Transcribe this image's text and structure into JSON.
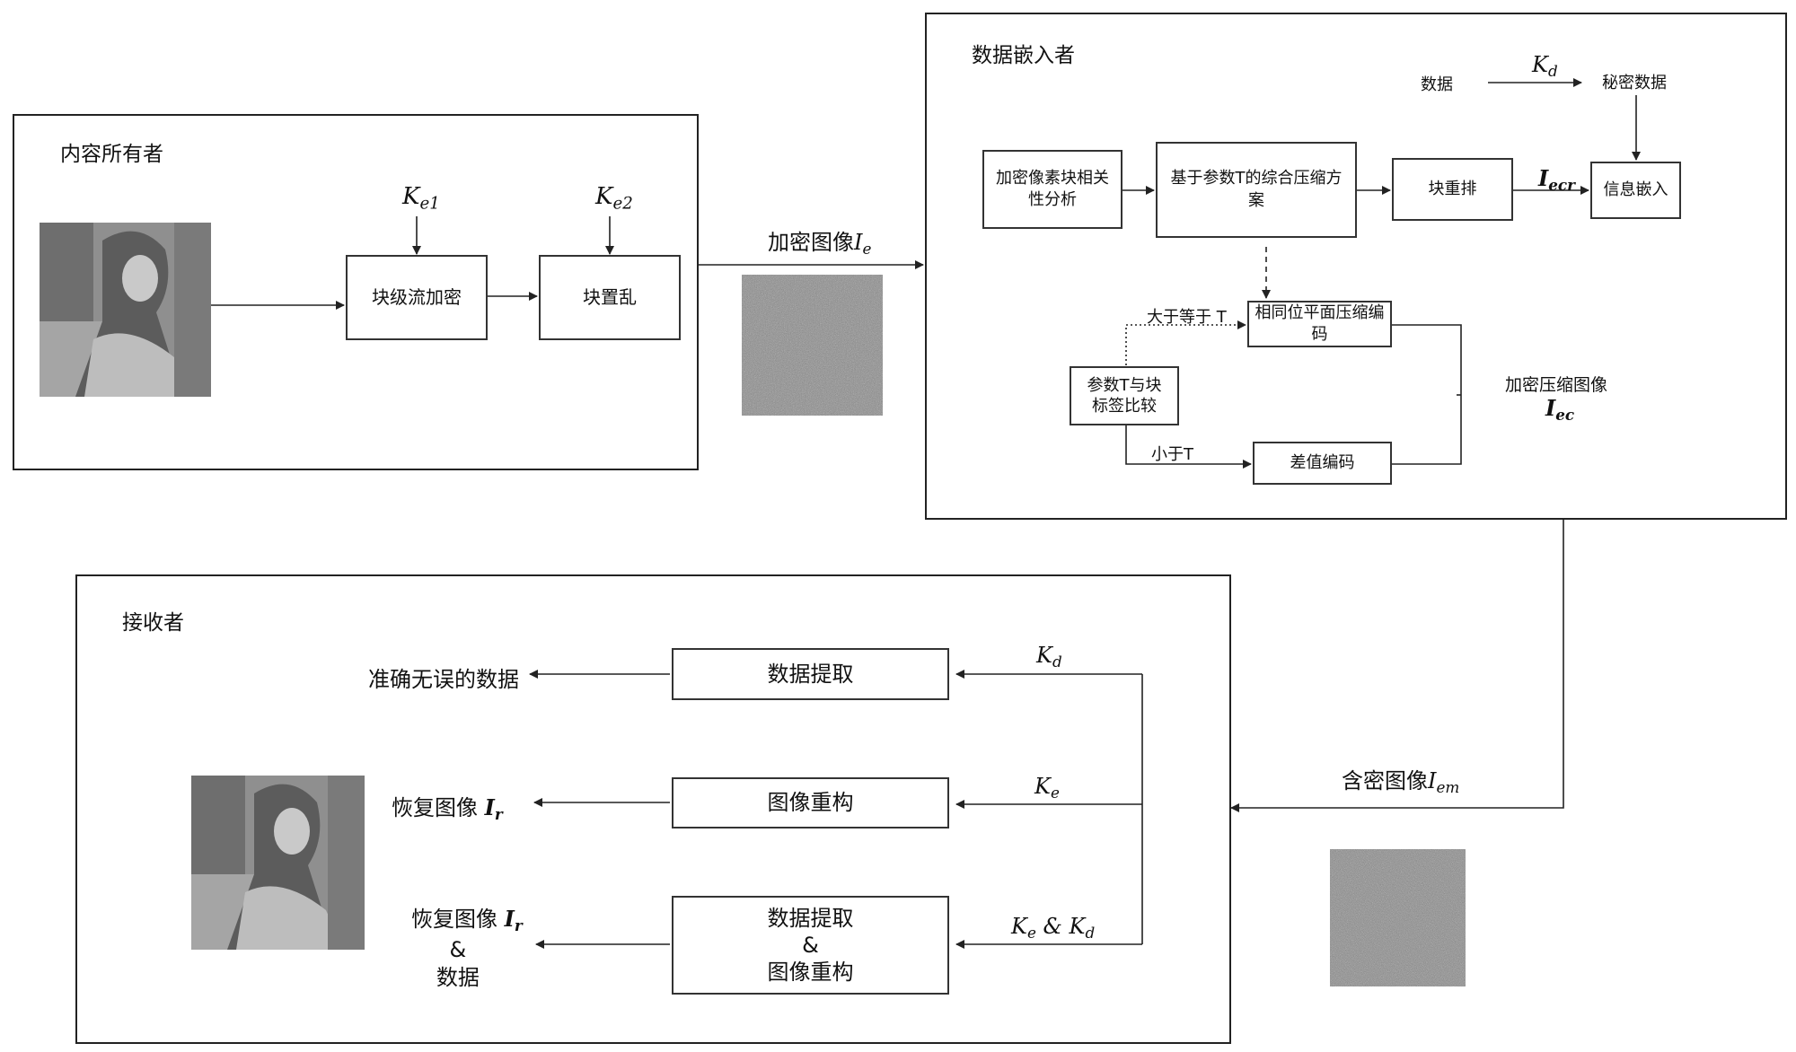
{
  "owner": {
    "title": "内容所有者",
    "k1": {
      "base": "K",
      "sub": "e1"
    },
    "k2": {
      "base": "K",
      "sub": "e2"
    },
    "block_stream_encrypt": "块级流加密",
    "block_scramble": "块置乱"
  },
  "encrypted_label": {
    "prefix": "加密图像",
    "var": "I",
    "sub": "e"
  },
  "embedder": {
    "title": "数据嵌入者",
    "data": "数据",
    "kd": {
      "base": "K",
      "sub": "d"
    },
    "secret_data": "秘密数据",
    "correlation": [
      "加密像素块相关",
      "性分析"
    ],
    "compression": [
      "基于参数T的综合压缩方",
      "案"
    ],
    "rearrange": "块重排",
    "iecr": {
      "base": "I",
      "sub": "ecr"
    },
    "embed": "信息嵌入",
    "ge_t": "大于等于 T",
    "bitplane": "相同位平面压缩编码",
    "compare": [
      "参数T与块",
      "标签比较"
    ],
    "lt_t": "小于T",
    "diff": "差值编码",
    "compressed_label": "加密压缩图像",
    "iec": {
      "base": "I",
      "sub": "ec"
    }
  },
  "marked_label": {
    "prefix": "含密图像",
    "var": "I",
    "sub": "em"
  },
  "receiver": {
    "title": "接收者",
    "extract": "数据提取",
    "accurate_data": "准确无误的数据",
    "reconstruct": "图像重构",
    "recover": "恢复图像",
    "ir": {
      "base": "I",
      "sub": "r"
    },
    "both_box": [
      "数据提取",
      "&",
      "图像重构"
    ],
    "both_out": [
      "恢复图像",
      "&",
      "数据"
    ],
    "k_d": {
      "base": "K",
      "sub": "d"
    },
    "k_e": {
      "base": "K",
      "sub": "e"
    },
    "k_both": {
      "a": "K",
      "a_sub": "e",
      "amp": " & ",
      "b": "K",
      "b_sub": "d"
    }
  }
}
